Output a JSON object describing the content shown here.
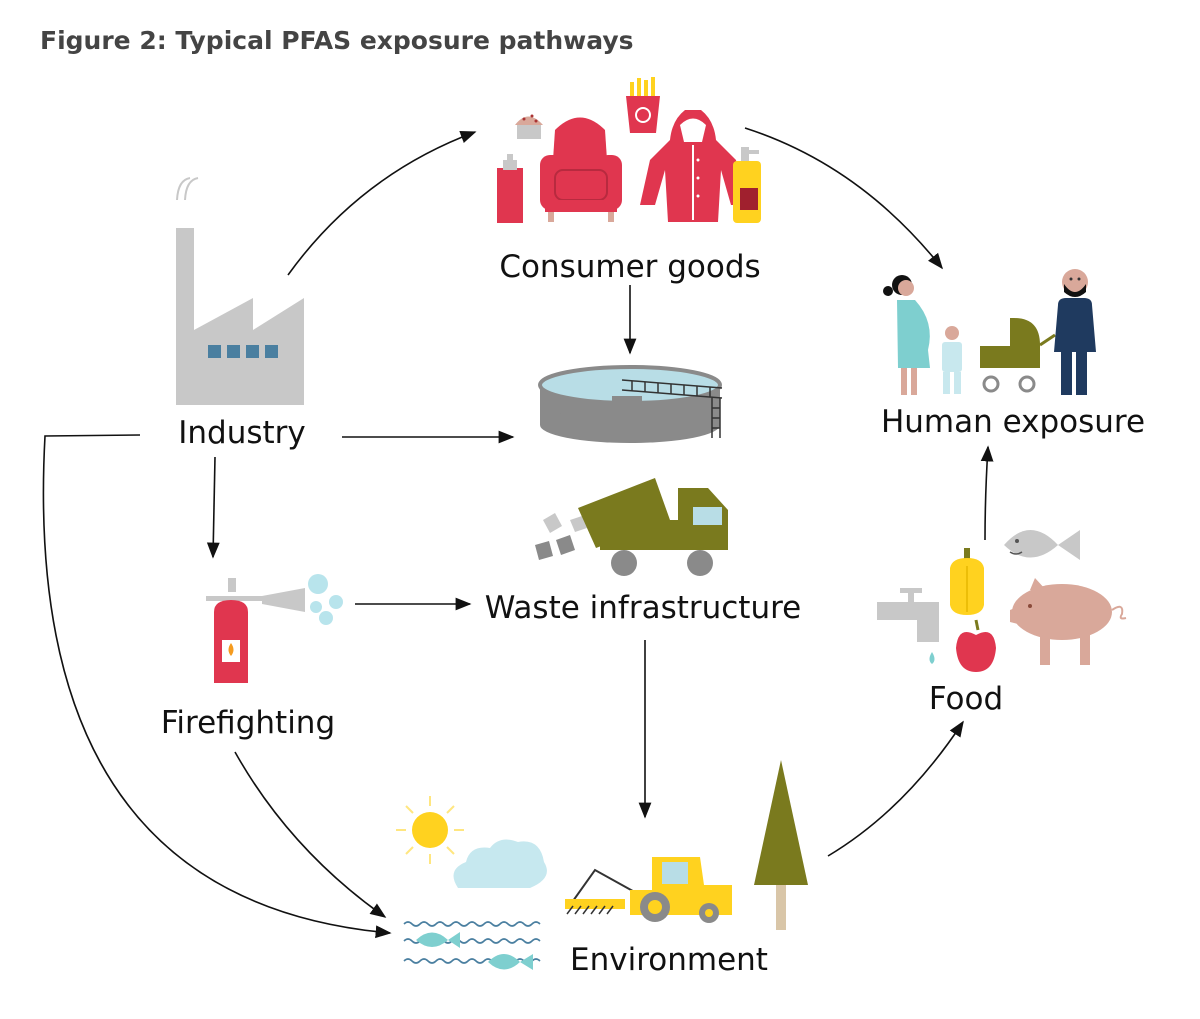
{
  "title": "Figure 2: Typical PFAS exposure pathways",
  "nodes": {
    "consumer_goods": "Consumer goods",
    "industry": "Industry",
    "human_exposure": "Human exposure",
    "waste_infrastructure": "Waste infrastructure",
    "firefighting": "Firefighting",
    "food": "Food",
    "environment": "Environment"
  },
  "colors": {
    "red": "#e0364f",
    "yellow": "#ffd21f",
    "olive": "#7a7a1e",
    "grey": "#c8c8c8",
    "teal": "#7ecfcf",
    "navy": "#1f3a5f",
    "pink": "#d9a89a",
    "blue": "#4a7fa0"
  },
  "edges": [
    [
      "industry",
      "consumer_goods"
    ],
    [
      "consumer_goods",
      "human_exposure"
    ],
    [
      "consumer_goods",
      "waste_infrastructure"
    ],
    [
      "industry",
      "waste_infrastructure"
    ],
    [
      "industry",
      "firefighting"
    ],
    [
      "firefighting",
      "waste_infrastructure"
    ],
    [
      "industry",
      "environment"
    ],
    [
      "firefighting",
      "environment"
    ],
    [
      "waste_infrastructure",
      "environment"
    ],
    [
      "environment",
      "food"
    ],
    [
      "food",
      "human_exposure"
    ]
  ]
}
